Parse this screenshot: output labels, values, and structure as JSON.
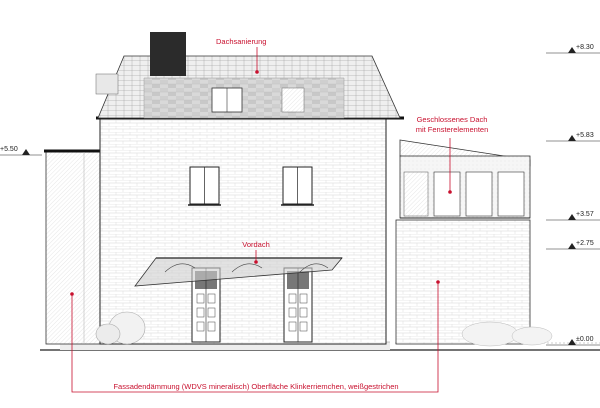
{
  "annotations": {
    "roof": "Dachsanierung",
    "closed_roof_line1": "Geschlossenes Dach",
    "closed_roof_line2": "mit Fensterelementen",
    "canopy": "Vordach",
    "facade": "Fassadendämmung (WDVS mineralisch) Oberfläche Klinkerriemchen, weißgestrichen"
  },
  "levels": {
    "l1": "+8.30",
    "l2": "+5.83",
    "l3": "+5.50",
    "l4": "+3.57",
    "l5": "+2.75",
    "l6": "±0.00"
  },
  "colors": {
    "annotation": "#c8102e",
    "line": "#222222",
    "hatch": "#9a9a9a",
    "chimney": "#2b2b2b"
  }
}
